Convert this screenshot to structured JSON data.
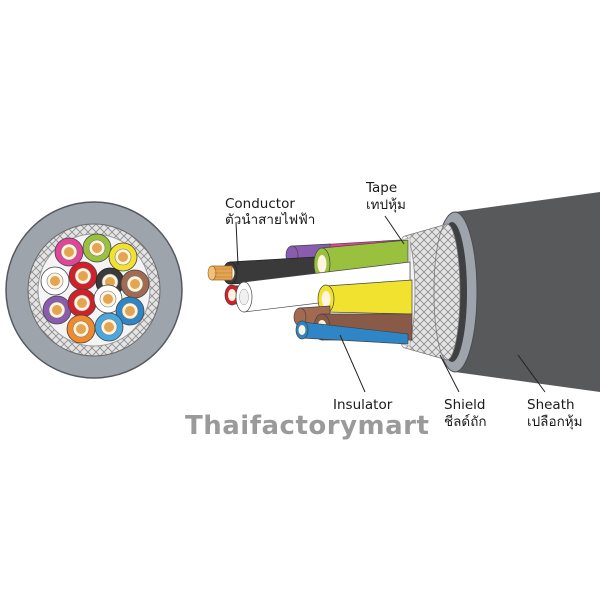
{
  "labels": {
    "conductor": {
      "en": "Conductor",
      "th": "ตัวนำสายไฟฟ้า"
    },
    "tape": {
      "en": "Tape",
      "th": "เทปหุ้ม"
    },
    "insulator": {
      "en": "Insulator"
    },
    "shield": {
      "en": "Shield",
      "th": "ชีลด์ถัก"
    },
    "sheath": {
      "en": "Sheath",
      "th": "เปลือกหุ้ม"
    }
  },
  "watermark": "Thaifactorymart",
  "colors": {
    "sheath": "#58595b",
    "sheath_ring": "#9ea4ab",
    "shield_braid": "#dcdcdc",
    "copper": "#e3a552",
    "cores": [
      "#e0459a",
      "#9ac13d",
      "#f2e230",
      "#d11f2b",
      "#6a4c3c",
      "#8a5cb0",
      "#f08a2c",
      "#2f86c6",
      "#3a3a3a",
      "#ffffff",
      "#a36a52",
      "#4aa8df"
    ]
  }
}
